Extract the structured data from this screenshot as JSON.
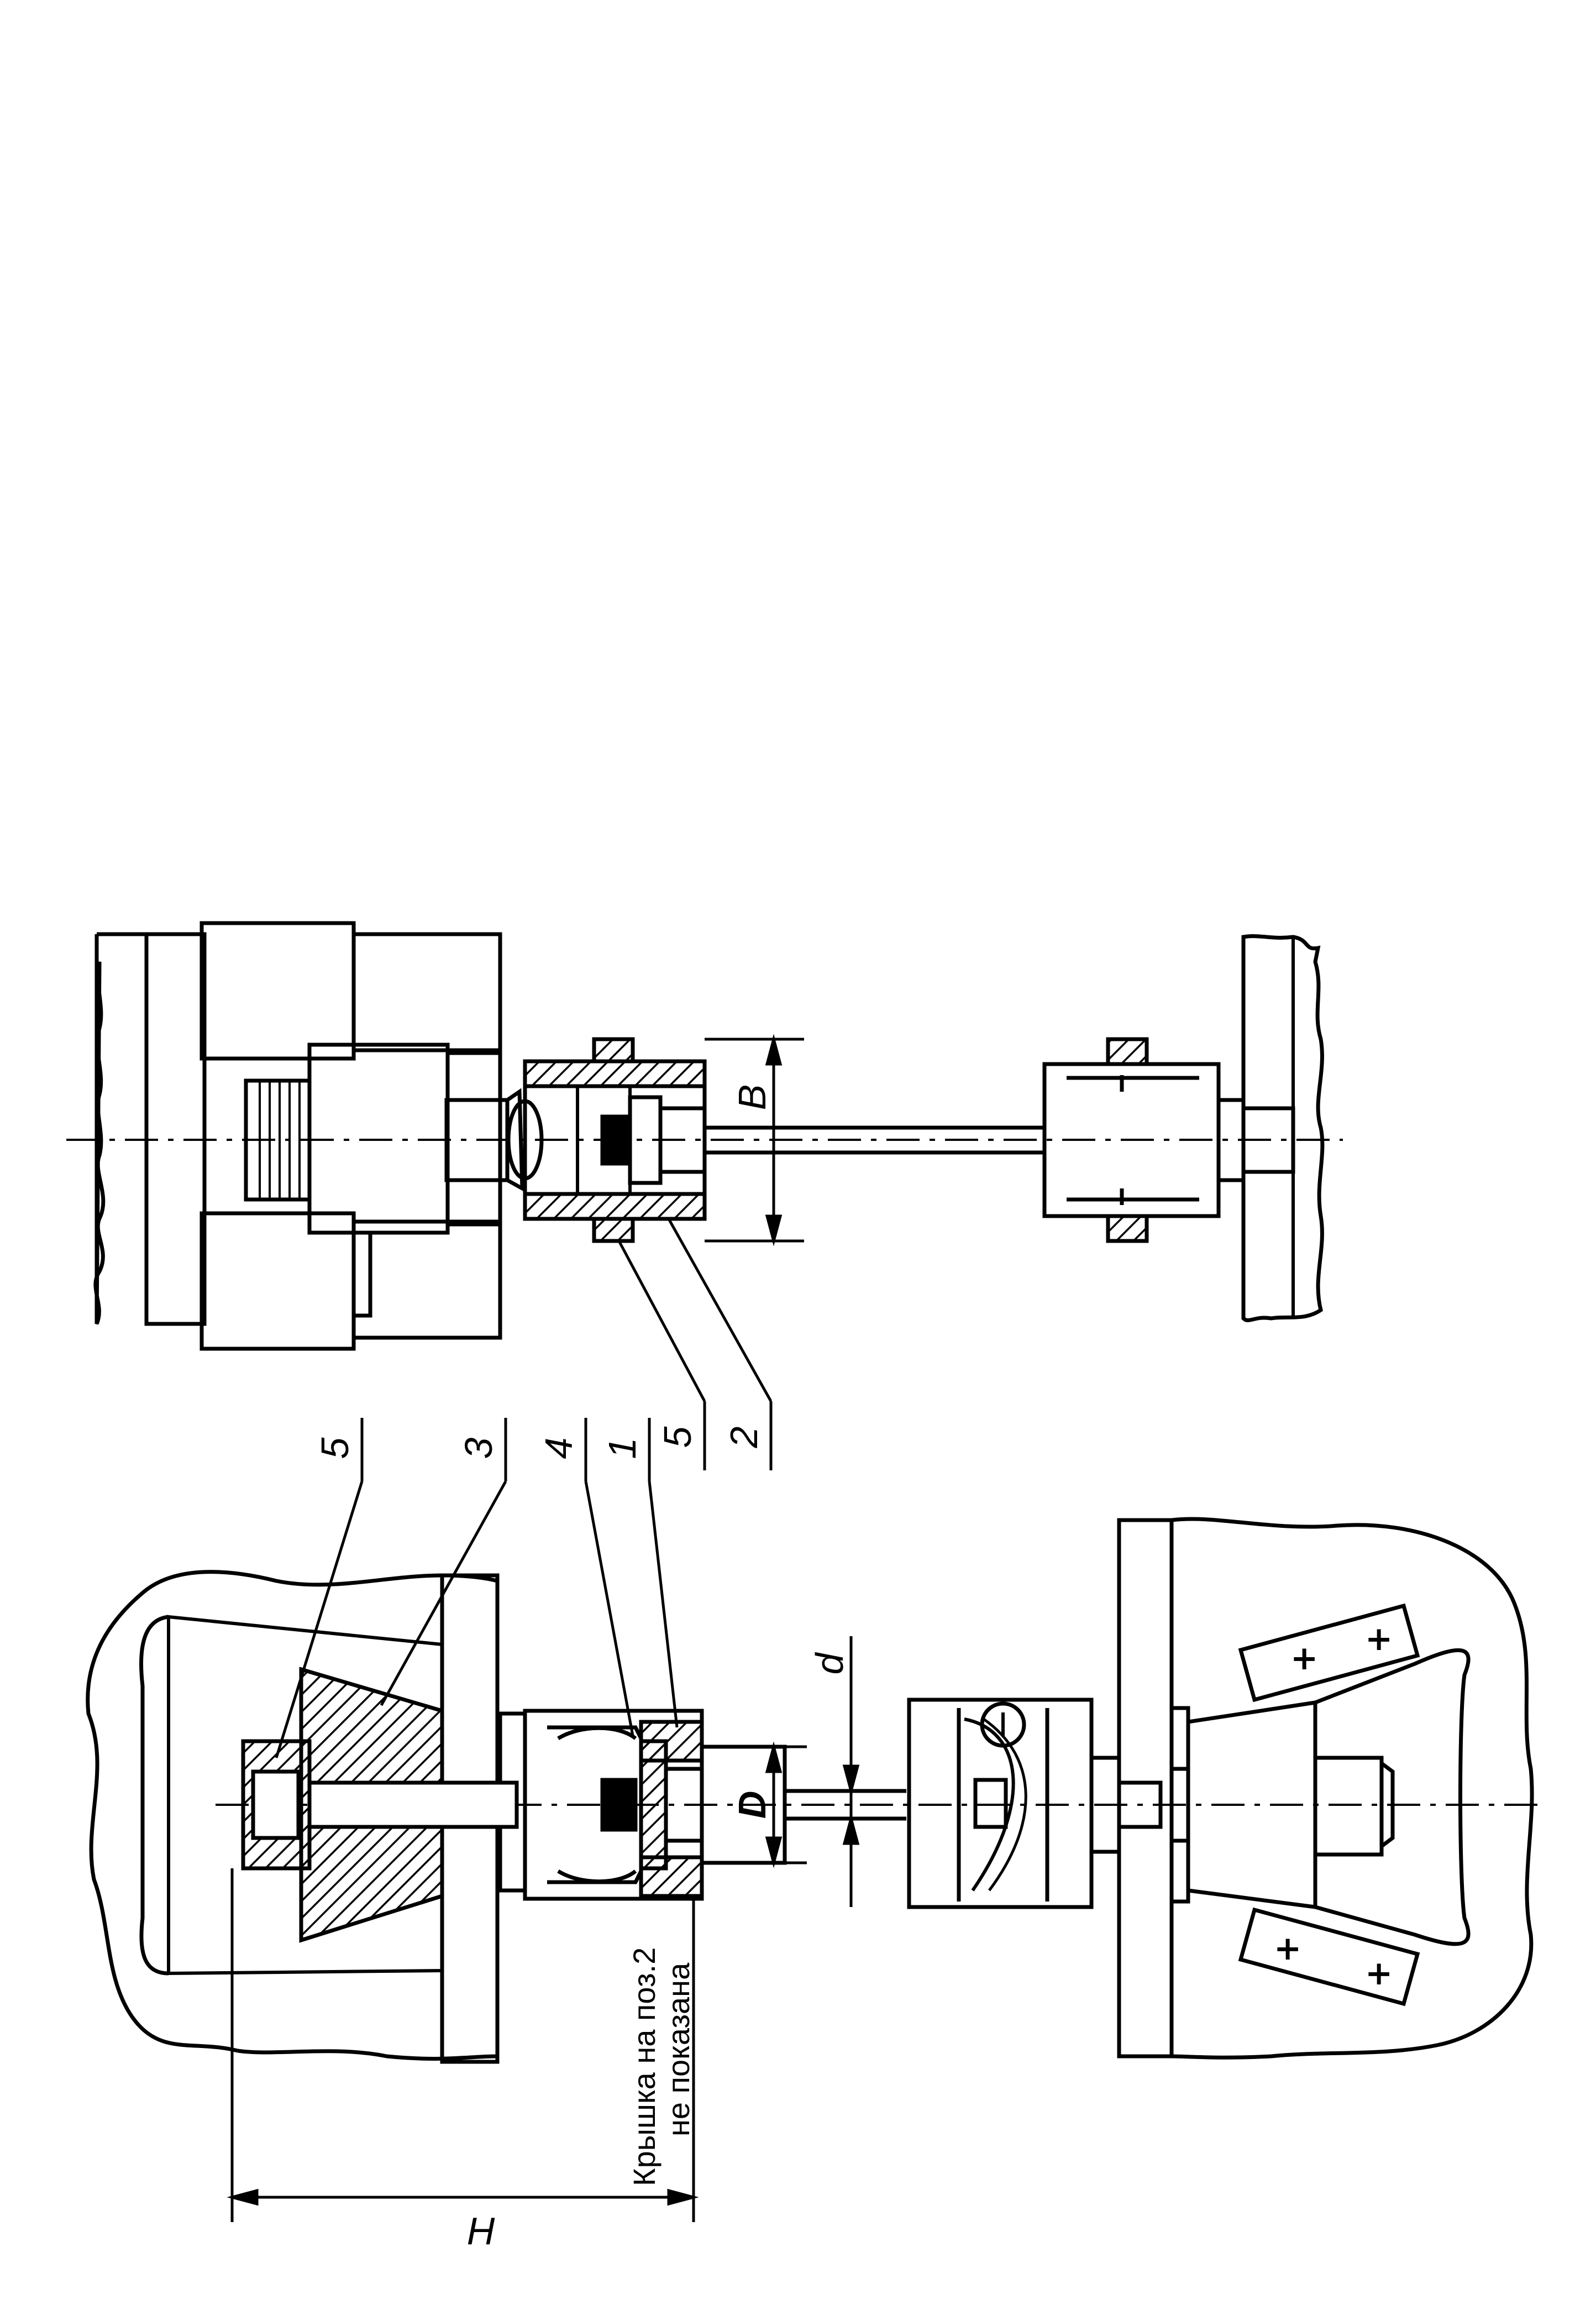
{
  "labels": {
    "top_view": {
      "pos_5": "5",
      "pos_2": "2",
      "dim_b": "B"
    },
    "side_view": {
      "pos_5": "5",
      "pos_3": "3",
      "pos_4": "4",
      "pos_1": "1",
      "dim_d": "d",
      "dim_d_upper": "D",
      "dim_h": "H"
    },
    "note": {
      "line1": "Крышка на поз.2",
      "line2": "не показана"
    }
  },
  "colors": {
    "line": "#000000",
    "background": "#ffffff"
  }
}
